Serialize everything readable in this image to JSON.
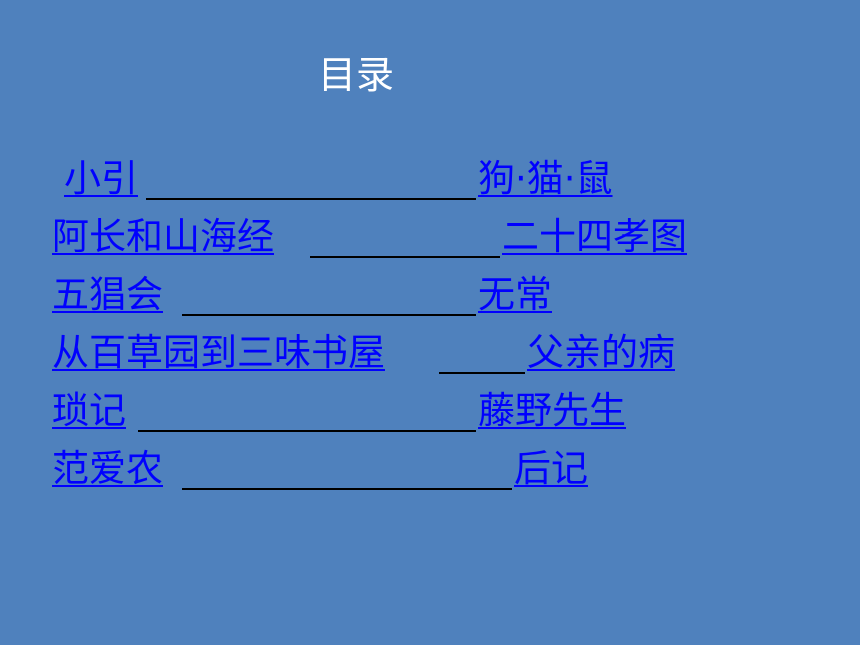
{
  "title": "目录",
  "toc": {
    "rows": [
      {
        "left": "小引",
        "right": "狗·猫·鼠"
      },
      {
        "left": "阿长和山海经",
        "right": "二十四孝图"
      },
      {
        "left": "五猖会",
        "right": "无常"
      },
      {
        "left": "从百草园到三味书屋",
        "right": "父亲的病"
      },
      {
        "left": "琐记",
        "right": "藤野先生"
      },
      {
        "left": "范爱农",
        "right": "后记"
      }
    ]
  }
}
